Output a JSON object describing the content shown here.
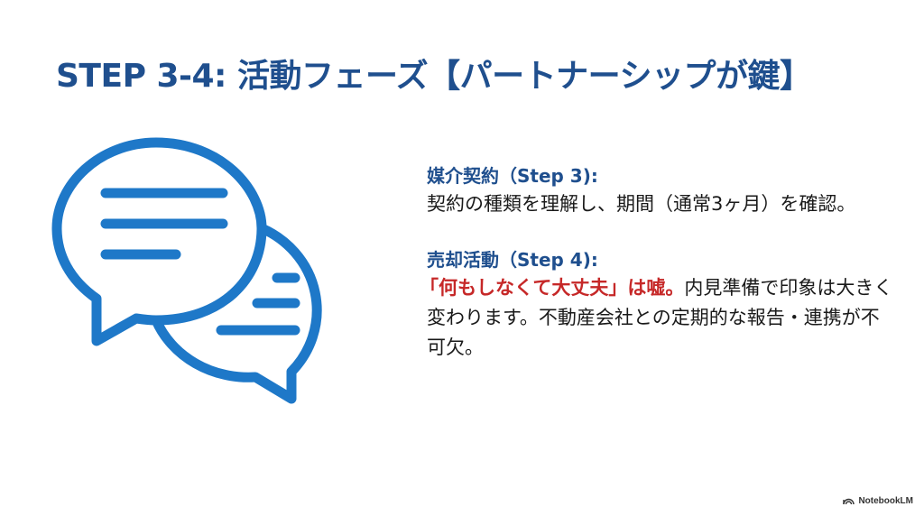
{
  "colors": {
    "title": "#1f4f8e",
    "heading": "#1f4f8e",
    "body": "#1a1a1a",
    "emphasis": "#c62828",
    "icon": "#1e78c8"
  },
  "slide": {
    "title": "STEP 3-4: 活動フェーズ【パートナーシップが鍵】",
    "icon": "chat-bubbles-icon",
    "sections": [
      {
        "heading": "媒介契約（Step 3):",
        "body": "契約の種類を理解し、期間（通常3ヶ月）を確認。"
      },
      {
        "heading": "売却活動（Step 4):",
        "emphasis": "「何もしなくて大丈夫」は嘘。",
        "body": "内見準備で印象は大きく変わります。不動産会社との定期的な報告・連携が不可欠。"
      }
    ]
  },
  "footer": {
    "brand": "NotebookLM",
    "icon": "notebooklm-logo-icon"
  }
}
